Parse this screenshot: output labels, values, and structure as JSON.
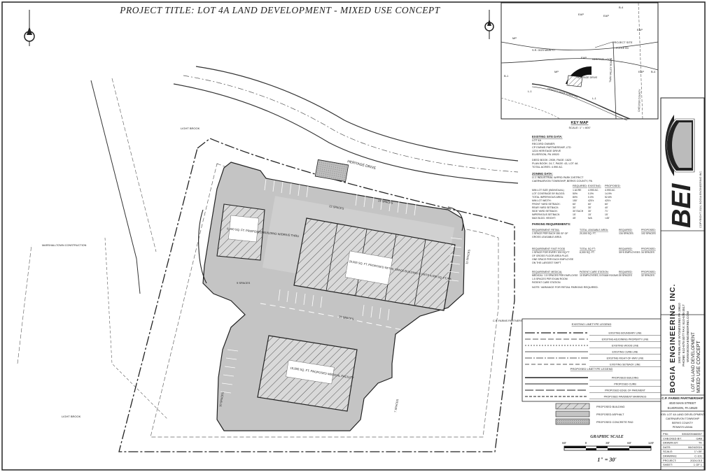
{
  "sheet": {
    "title": "PROJECT TITLE: LOT 4A LAND DEVELOPMENT - MIXED USE CONCEPT"
  },
  "site_labels": {
    "road": "HERITAGE DRIVE",
    "bldg_drive_thru": "6,000 SQ. FT. PROPOSED BUILDING W/DRIVE THRU",
    "bldg_retail": "20,000 SQ. FT. PROPOSED RETAIL SPACE BUILDING 5 UNITS 4,000 SQ. FT./EA",
    "bldg_medical": "10,000 SQ. FT. PROPOSED MEDICAL FACILITY",
    "spaces_22": "22 SPACES",
    "spaces_26": "26 SPACES",
    "spaces_24": "24 SPACES",
    "spaces_9": "9 SPACES",
    "spaces_10": "10 SPACES",
    "spaces_11": "11 SPACES",
    "spaces_7": "7 SPACES",
    "light_brook": "LIGHT BROOK",
    "neighbor_1": "MARSHALLTOWN CONSTRUCTION",
    "neighbor_2": "C.P. FARMS PARTNERSHIP"
  },
  "key_map": {
    "title": "KEY MAP",
    "scale": "SCALE: 1\" = 600'",
    "labels": {
      "project_site": "PROJECT SITE",
      "main_st": "S.R. 0023 MAIN ST",
      "heritage_dr": "HERITAGE DRIVE",
      "heritage_lp": "HERITAGE LOOP",
      "turnpike": "PENNSYLVANIA TURNPIKE",
      "poole_rd": "POOLE RD",
      "chester_co": "CHESTER COUNTY",
      "twin_valley": "TWIN VALLEY ROAD",
      "zones": [
        "B-4",
        "EAP",
        "EAP",
        "EAP",
        "EAP",
        "MP",
        "MP",
        "B-1",
        "L-1",
        "L-1",
        "B-4",
        "EAP"
      ]
    }
  },
  "site_data": {
    "existing_heading": "EXISTING SITE DATA:",
    "existing": [
      "LOT 4A",
      "RECORD OWNER:",
      "CP FARMS PARTNERSHIP, LTD",
      "1224 HERITAGE DRIVE",
      "ELVERSON, PA 19520",
      "DEED BOOK: 2939, PAGE: 1623",
      "PLAN BOOK: 24-7, PAGE: 43, LOT 4A",
      "TOTAL ACRES: 4.990 AC."
    ],
    "zoning_heading": "ZONING DATA:",
    "zoning": [
      "LI-1 INDUSTRIAL W/PRD PARK DISTRICT",
      "CAERNARVON TOWNSHIP, BERKS COUNTY, PA"
    ],
    "dims_header": [
      "",
      "REQUIRED:",
      "EXISTING:",
      "PROPOSED:"
    ],
    "dims": [
      [
        "MIN LOT SIZE (INDIVIDUAL)",
        "1 ACRE",
        "4.990 AC.",
        "4.990 AC."
      ],
      [
        "LOT COVERAGE BY BLDGS:",
        "50%",
        "0.0%",
        "14.9%"
      ],
      [
        "TOTAL IMPERVIOUS AREA:",
        "80%",
        "0.0%",
        "52.6%"
      ],
      [
        "MIN LOT WIDTH:",
        "150'",
        "420'±",
        "420'±"
      ],
      [
        "FRONT YARD SETBACK:",
        "60'",
        "60'",
        "60'"
      ],
      [
        "REAR YARD SETBACK:",
        "30'",
        "30'",
        "40'"
      ],
      [
        "SIDE YARD SETBACK:",
        "30' EACH",
        "30'",
        "71'"
      ],
      [
        "IMPERVIOUS SETBACK:",
        "15'",
        "15'",
        "15'"
      ],
      [
        "MAX BLDG. HEIGHT:",
        "45'",
        "N/A",
        "<45'"
      ]
    ],
    "parking_heading": "PARKING REQUIREMENTS:",
    "parking": [
      {
        "label": [
          "REQUIREMENT: RETAIL",
          "1 SPACE PER EACH 150 SF OF",
          "GROSS LEASABLE AREA"
        ],
        "area_h": "TOTAL LEASABLE AREA:",
        "area": "20,000 SQ. FT.",
        "req_h": "REQUIRED:",
        "req": "134 SPACES",
        "prop_h": "PROPOSED:",
        "prop": "102 SPACES"
      },
      {
        "label": [
          "REQUIREMENT: FAST FOOD",
          "1 SPACE FOR EVERY 200 SQ FT",
          "OF GROSS FLOOR AREA PLUS",
          "ONE SPACE PER EACH EMPLOYEE",
          "ON THE LARGEST SHIFT"
        ],
        "area_h": "TOTAL SQ FT:",
        "area": "6,000 SQ. FT.",
        "req_h": "REQUIRED:",
        "req": "30+5 EMPLOYEES",
        "prop_h": "PROPOSED:",
        "prop": "34 SPACES"
      },
      {
        "label": [
          "REQUIREMENT: MEDICAL",
          "MEDICAL: 1.5 SPACES PER EMPLOYEE",
          "1.5 SPACES PER EXAM ROOM",
          "PATIENT CARE STATION"
        ],
        "area_h": "PATIENT CARE STATION:",
        "area": "10 EMPLOYEES, 5 EXAM ROOMS",
        "req_h": "REQUIRED:",
        "req": "30 SPACES",
        "prop_h": "PROPOSED:",
        "prop": "32 SPACES"
      }
    ],
    "note": "NOTE: VARIANCE FOR RETAIL PARKING REQUIRED."
  },
  "legend": {
    "existing_heading": "EXISTING LINETYPE LEGEND",
    "existing": [
      "EXISTING BOUNDARY LINE",
      "EXISTING ADJOINING PROPERTY LINE",
      "EXISTING WOOD LINE",
      "EXISTING CURB LINE",
      "EXISTING RIGHT-OF-WAY LINE",
      "EXISTING SETBACK LINE"
    ],
    "proposed_heading": "PROPOSED LINETYPE LEGEND",
    "proposed": [
      "PROPOSED BUILDING",
      "PROPOSED CURB",
      "PROPOSED EDGE OF PAVEMENT",
      "PROPOSED PAVEMENT MARKINGS"
    ],
    "hatch": [
      "PROPOSED BUILDING",
      "PROPOSED ASPHALT",
      "PROPOSED CONCRETE PAD"
    ]
  },
  "graphic_scale": {
    "title": "GRAPHIC SCALE",
    "ticks": [
      "60'",
      "0",
      "30'",
      "60'",
      "120'"
    ],
    "ratio": "1\" = 30'"
  },
  "title_block": {
    "logo": "BEI",
    "copyright": "COPYRIGHT 2024, BOGIA ENGINEERING INC.",
    "firm": "BOGIA ENGINEERING INC.",
    "firm_address": [
      "1940 PENN AVE WYOMISSING PA 19610",
      "PHONE: 610-678-3077 FAX: 610-678-3517",
      "WWW.BOGIAENGINEERING.COM"
    ],
    "project_title": [
      "LOT 4A LAND DEVELOPMENT",
      "MIXED USE CONCEPT"
    ],
    "client": [
      "C.P. FARMS PARTNERSHIP",
      "4020 MAIN STREET",
      "ELVERSON, PA 19520"
    ],
    "project_info": [
      "JOB: LOT 4A LAND DEVELOPMENT",
      "CAERNARVON TOWNSHIP",
      "BERKS COUNTY",
      "PENNSYLVANIA"
    ],
    "fields": [
      {
        "k": "PIN:",
        "v": "5353209466557"
      },
      {
        "k": "CHECKED BY:",
        "v": "GAB"
      },
      {
        "k": "DRAWN BY:",
        "v": "TK"
      },
      {
        "k": "DATE:",
        "v": "06/24/2024"
      },
      {
        "k": "SCALE:",
        "v": "1\"=30'"
      },
      {
        "k": "DRAWING:",
        "v": "C-101"
      },
      {
        "k": "PROJECT:",
        "v": "2024-013"
      },
      {
        "k": "SHEET:",
        "v": "1 OF 1"
      }
    ]
  }
}
